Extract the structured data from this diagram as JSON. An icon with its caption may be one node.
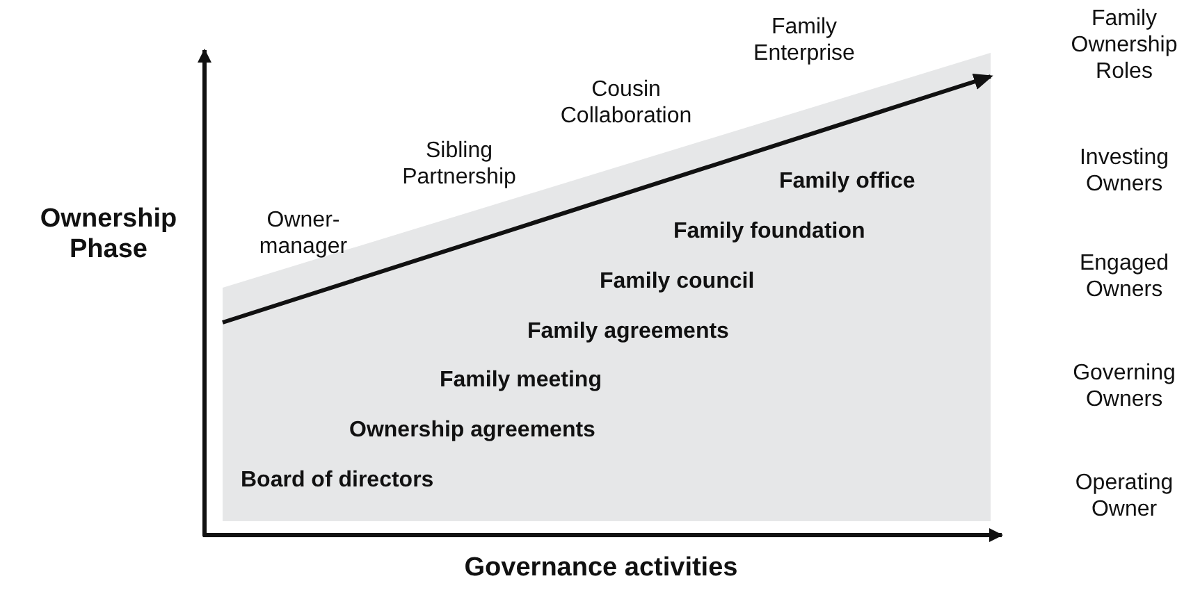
{
  "diagram": {
    "nodes": [
      {
        "text": [
          "Family office",
          "Family foundation",
          "Family council",
          "Family agreements",
          "Family meeting",
          "Ownership agreements",
          "Board of directors"
        ]
      }
    ],
    "labels": [
      "Ownership Phase",
      "Governance activities",
      "Family Enterprise",
      "Cousin Collaboration",
      "Sibling Partnership",
      "Owner-manager",
      "Family Ownership Roles",
      "Investing Owners",
      "Engaged Owners",
      "Governing Owners",
      "Operating Owner"
    ]
  }
}
